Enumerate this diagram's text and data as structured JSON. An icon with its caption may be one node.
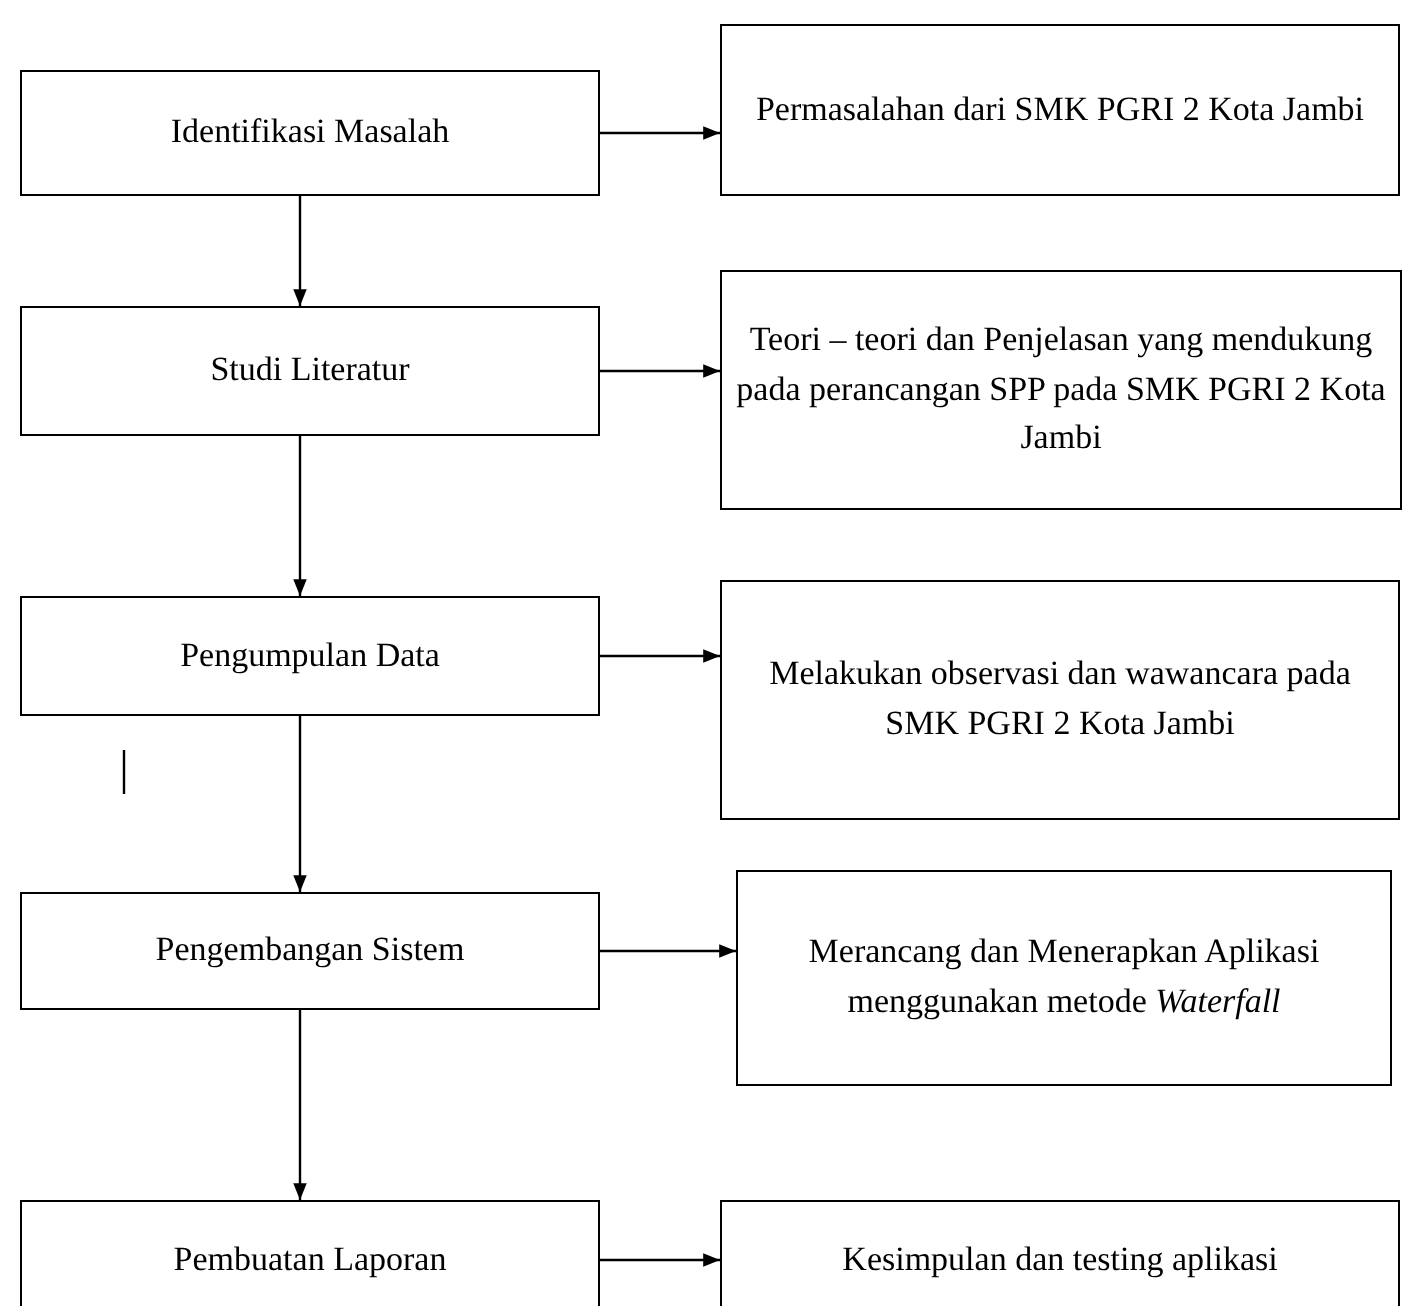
{
  "diagram": {
    "nodes": [
      {
        "text": [
          "Identifikasi Masalah"
        ]
      },
      {
        "text": [
          "Permasalahan dari SMK PGRI 2 Kota Jambi"
        ]
      },
      {
        "text": [
          "Studi Literatur"
        ]
      },
      {
        "text": [
          "Teori – teori dan Penjelasan yang mendukung pada perancangan SPP pada SMK PGRI 2 Kota Jambi"
        ]
      },
      {
        "text": [
          "Pengumpulan Data"
        ]
      },
      {
        "text": [
          "Melakukan observasi dan wawancara pada SMK PGRI 2 Kota Jambi"
        ]
      },
      {
        "text": [
          "Pengembangan Sistem"
        ]
      },
      {
        "text": [
          "Merancang dan Menerapkan Aplikasi menggunakan metode *Waterfall*"
        ]
      },
      {
        "text": [
          "Pembuatan Laporan"
        ]
      },
      {
        "text": [
          "Kesimpulan dan testing aplikasi"
        ]
      }
    ],
    "edges": [
      {
        "from": 0,
        "to": 1,
        "arrow": "to"
      },
      {
        "from": 0,
        "to": 2,
        "arrow": "to"
      },
      {
        "from": 2,
        "to": 3,
        "arrow": "to"
      },
      {
        "from": 2,
        "to": 4,
        "arrow": "to"
      },
      {
        "from": 4,
        "to": 5,
        "arrow": "to"
      },
      {
        "from": 4,
        "to": 6,
        "arrow": "to"
      },
      {
        "from": 6,
        "to": 7,
        "arrow": "to"
      },
      {
        "from": 6,
        "to": 8,
        "arrow": "to"
      },
      {
        "from": 8,
        "to": 9,
        "arrow": "to"
      }
    ]
  }
}
